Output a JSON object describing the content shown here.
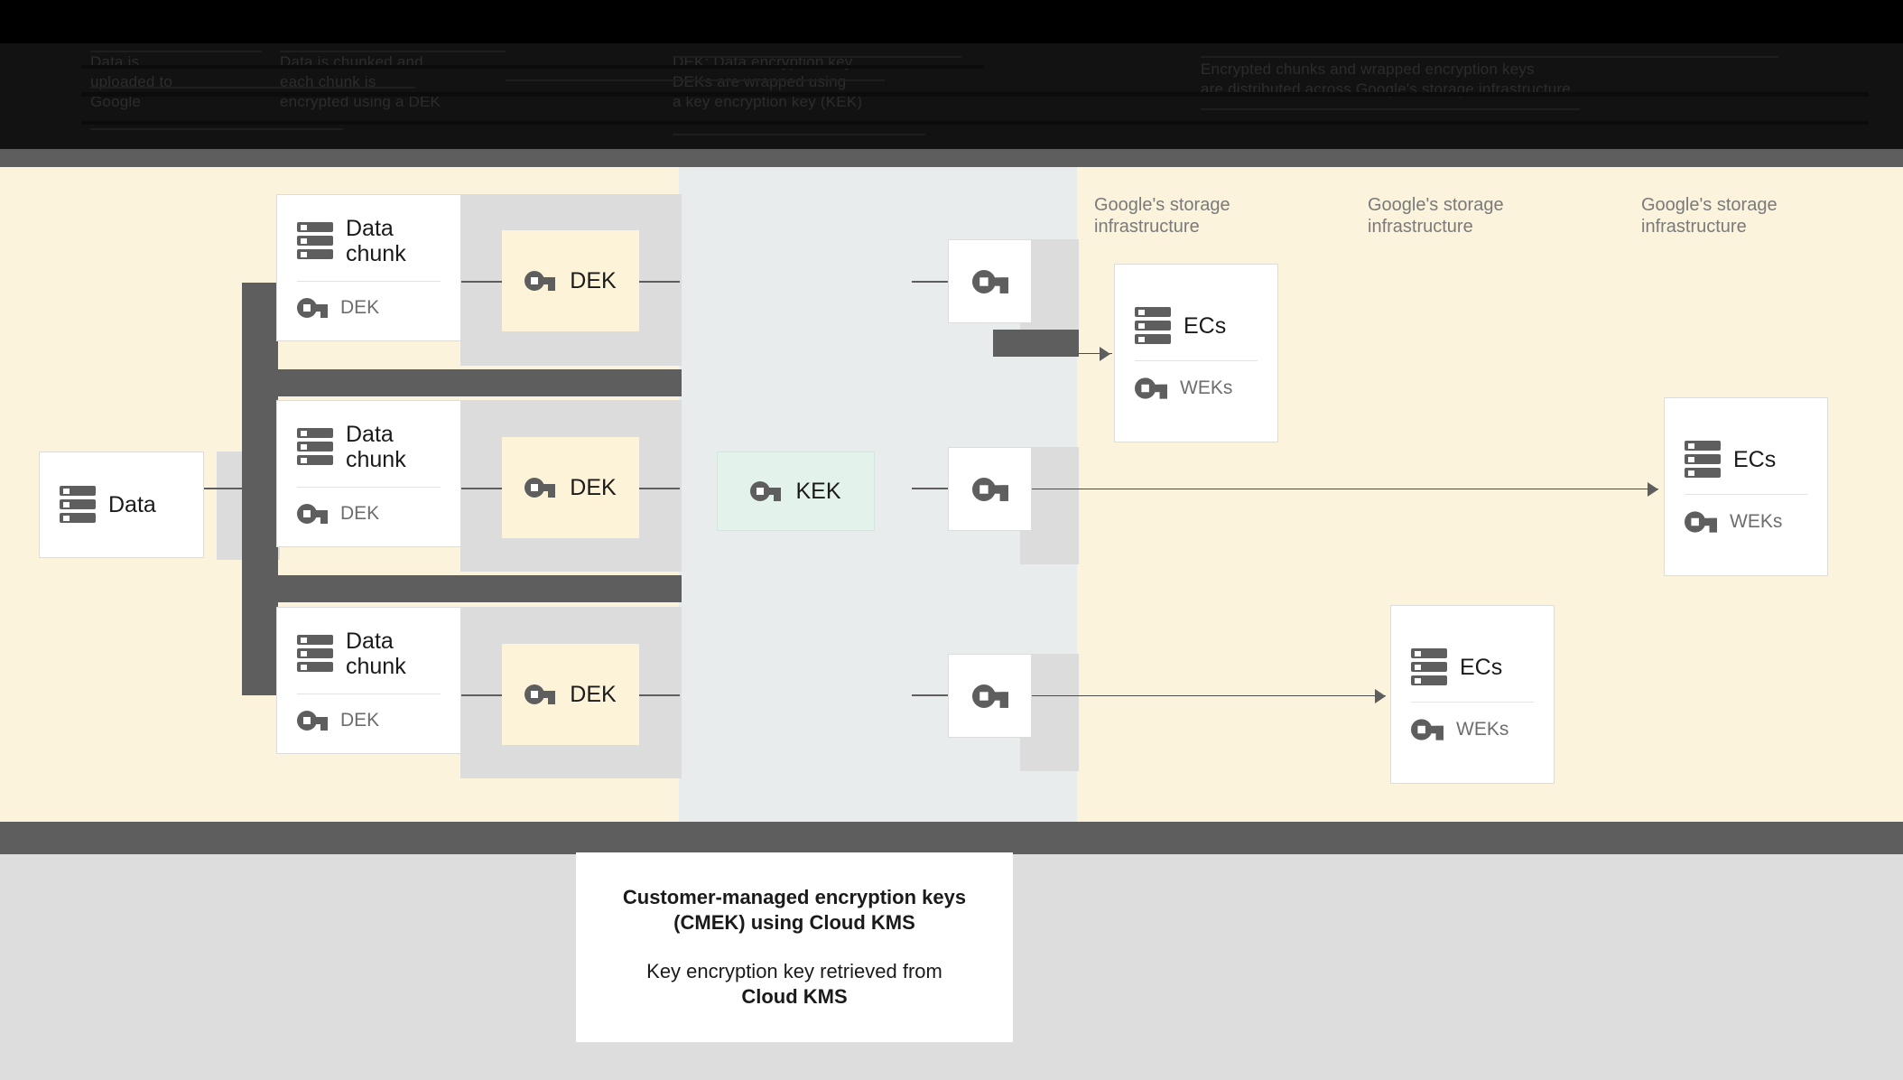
{
  "header": {
    "note": "obscured-dark-text-band",
    "columns": [
      {
        "text": "Data is\nuploaded to\nGoogle"
      },
      {
        "text": "Data is chunked and\neach chunk is\nencrypted using a DEK"
      },
      {
        "text": "DEK: Data encryption key\nDEKs are wrapped using\na key encryption key (KEK)"
      },
      {
        "text": "Encrypted chunks and wrapped encryption keys\nare distributed across Google's storage infrastructure"
      }
    ]
  },
  "diagram": {
    "source": {
      "label": "Data",
      "icon": "server-icon"
    },
    "chunks": [
      {
        "title": "Data chunk",
        "key_label": "DEK",
        "icon": "server-icon",
        "key_icon": "key-icon"
      },
      {
        "title": "Data chunk",
        "key_label": "DEK",
        "icon": "server-icon",
        "key_icon": "key-icon"
      },
      {
        "title": "Data chunk",
        "key_label": "DEK",
        "icon": "server-icon",
        "key_icon": "key-icon"
      }
    ],
    "deks": [
      {
        "label": "DEK",
        "icon": "key-icon"
      },
      {
        "label": "DEK",
        "icon": "key-icon"
      },
      {
        "label": "DEK",
        "icon": "key-icon"
      }
    ],
    "kek": {
      "label": "KEK",
      "icon": "key-icon"
    },
    "wrapped_keys": [
      {
        "icon": "key-icon"
      },
      {
        "icon": "key-icon"
      },
      {
        "icon": "key-icon"
      }
    ],
    "infra_labels": [
      "Google's storage\ninfrastructure",
      "Google's storage\ninfrastructure",
      "Google's storage\ninfrastructure"
    ],
    "storage_cards": [
      {
        "title": "ECs",
        "key_label": "WEKs",
        "icon": "server-icon",
        "key_icon": "key-icon"
      },
      {
        "title": "ECs",
        "key_label": "WEKs",
        "icon": "server-icon",
        "key_icon": "key-icon"
      },
      {
        "title": "ECs",
        "key_label": "WEKs",
        "icon": "server-icon",
        "key_icon": "key-icon"
      }
    ]
  },
  "caption": {
    "title": "Customer-managed encryption keys\n(CMEK) using Cloud KMS",
    "body_prefix": "Key encryption key retrieved from",
    "body_strong": "Cloud KMS"
  },
  "colors": {
    "cream": "#fbf3dc",
    "mid_panel": "#e8ecec",
    "dark_gray": "#5e5e5e",
    "light_gray": "#dcdcdc",
    "dek_chip": "#fdf3d8",
    "kek_chip": "#e3f2ea",
    "footer_gray": "#dddddd",
    "icon_gray": "#5e5e5e",
    "muted_text": "#7a7a7a"
  }
}
